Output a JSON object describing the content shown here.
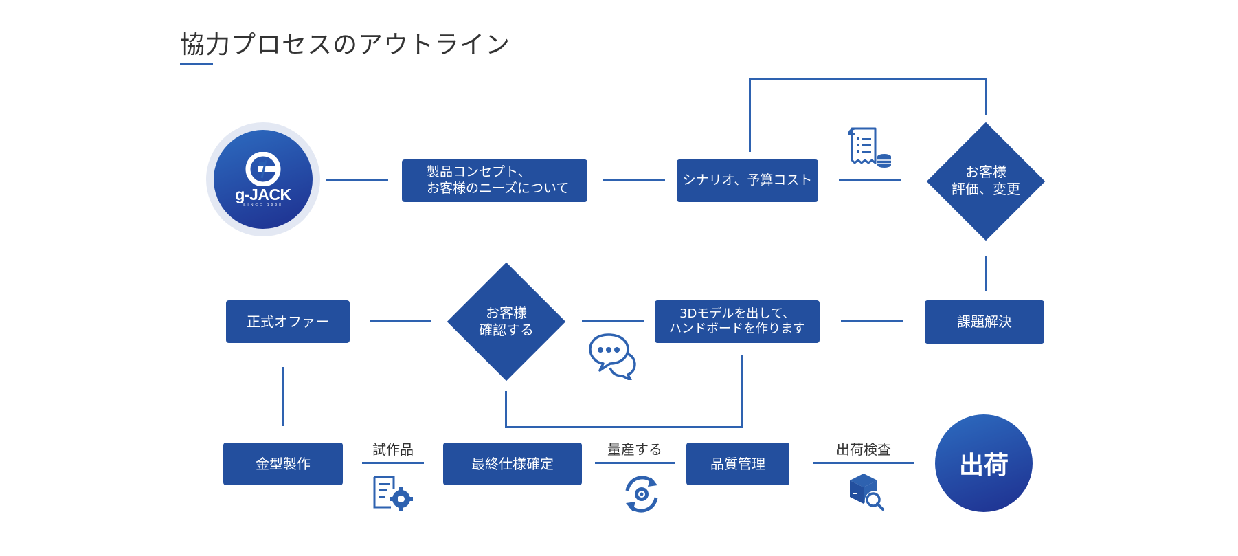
{
  "title": "協力プロセスのアウトライン",
  "colors": {
    "primary": "#234f9e",
    "line": "#2e62b0",
    "text": "#333333"
  },
  "logo": {
    "name": "g-JACK",
    "since": "SINCE 1998"
  },
  "nodes": {
    "concept": "製品コンセプト、\nお客様のニーズについて",
    "scenario": "シナリオ、予算コスト",
    "evaluate": "お客様\n評価、変更",
    "solve": "課題解決",
    "model3d": "3Dモデルを出して、\nハンドボードを作ります",
    "confirm": "お客様\n確認する",
    "offer": "正式オファー",
    "mold": "金型製作",
    "spec": "最終仕様確定",
    "quality": "品質管理",
    "ship": "出荷"
  },
  "edge_labels": {
    "prototype": "試作品",
    "mass_production": "量産する",
    "inspection": "出荷検査"
  },
  "icons": [
    "receipt-coins-icon",
    "chat-bubbles-icon",
    "document-gear-icon",
    "cycle-gear-icon",
    "box-search-icon"
  ]
}
